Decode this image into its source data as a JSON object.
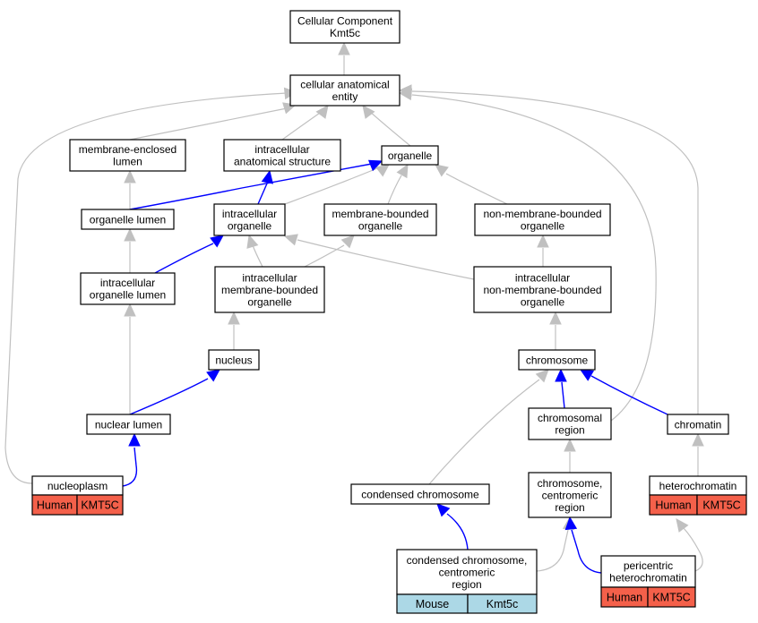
{
  "colors": {
    "human_tag": "#f4604a",
    "mouse_tag": "#acd8e6",
    "edge_gray": "#c0c0c0",
    "edge_blue": "#0000ff"
  },
  "nodes": {
    "root": [
      "Cellular Component",
      "Kmt5c"
    ],
    "cae": [
      "cellular anatomical",
      "entity"
    ],
    "mel": [
      "membrane-enclosed",
      "lumen"
    ],
    "ias": [
      "intracellular",
      "anatomical structure"
    ],
    "organelle": [
      "organelle"
    ],
    "ol": [
      "organelle lumen"
    ],
    "io": [
      "intracellular",
      "organelle"
    ],
    "mbo": [
      "membrane-bounded",
      "organelle"
    ],
    "nmbo": [
      "non-membrane-bounded",
      "organelle"
    ],
    "iol": [
      "intracellular",
      "organelle lumen"
    ],
    "imbo": [
      "intracellular",
      "membrane-bounded",
      "organelle"
    ],
    "inmbo": [
      "intracellular",
      "non-membrane-bounded",
      "organelle"
    ],
    "nucleus": [
      "nucleus"
    ],
    "chromosome": [
      "chromosome"
    ],
    "nl": [
      "nuclear lumen"
    ],
    "cr": [
      "chromosomal",
      "region"
    ],
    "chromatin": [
      "chromatin"
    ],
    "np": [
      "nucleoplasm"
    ],
    "cc": [
      "condensed chromosome"
    ],
    "ccr": [
      "chromosome,",
      "centromeric",
      "region"
    ],
    "hc": [
      "heterochromatin"
    ],
    "cccr": [
      "condensed chromosome,",
      "centromeric",
      "region"
    ],
    "ph": [
      "pericentric",
      "heterochromatin"
    ]
  },
  "tags": {
    "np": [
      "Human",
      "KMT5C"
    ],
    "hc": [
      "Human",
      "KMT5C"
    ],
    "ph": [
      "Human",
      "KMT5C"
    ],
    "cccr": [
      "Mouse",
      "Kmt5c"
    ]
  }
}
